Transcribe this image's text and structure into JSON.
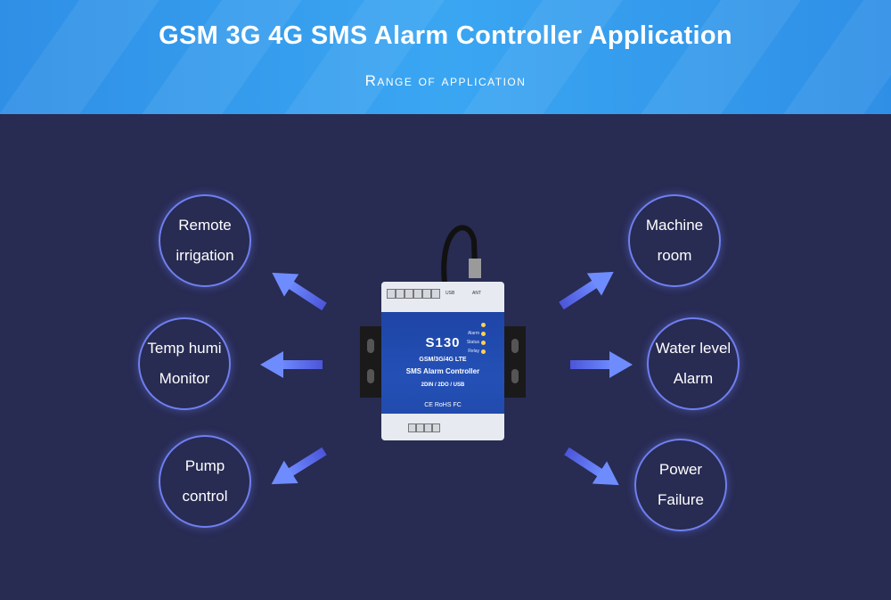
{
  "header": {
    "title": "GSM 3G 4G SMS Alarm Controller Application",
    "subtitle": "Range of application"
  },
  "applications": {
    "left": [
      {
        "line1": "Remote",
        "line2": "irrigation"
      },
      {
        "line1": "Temp humi",
        "line2": "Monitor"
      },
      {
        "line1": "Pump",
        "line2": "control"
      }
    ],
    "right": [
      {
        "line1": "Machine",
        "line2": "room"
      },
      {
        "line1": "Water level",
        "line2": "Alarm"
      },
      {
        "line1": "Power",
        "line2": "Failure"
      }
    ]
  },
  "device": {
    "model": "S130",
    "line1": "GSM/3G/4G LTE",
    "line2": "SMS Alarm Controller",
    "line3": "2DIN / 2DO / USB",
    "certs": "CE RoHS FC",
    "port_usb": "USB",
    "port_ant": "ANT",
    "leds": [
      "",
      "Alarm",
      "Status",
      "Relay"
    ]
  },
  "colors": {
    "background": "#282b52",
    "banner": "#3aa6f2",
    "circle_border": "#6f7ff0",
    "arrow": "#5d72f2"
  }
}
